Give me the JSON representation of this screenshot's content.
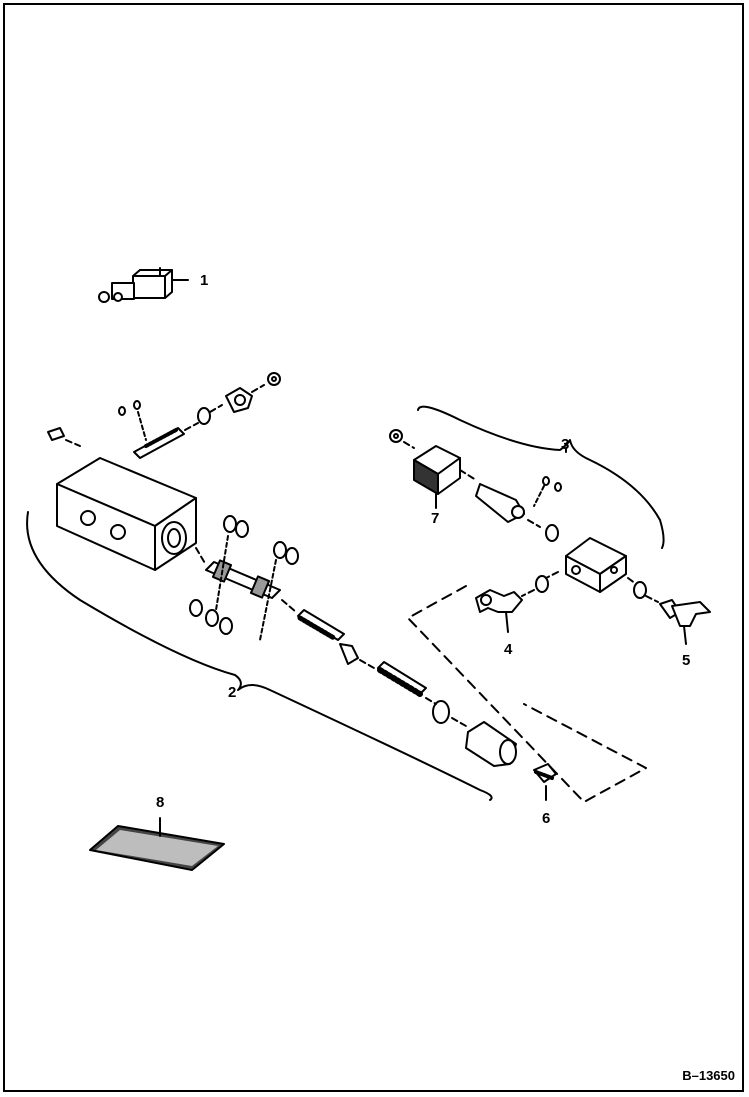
{
  "callouts": [
    {
      "id": "c1",
      "text": "1"
    },
    {
      "id": "c2",
      "text": "2"
    },
    {
      "id": "c3",
      "text": "3"
    },
    {
      "id": "c4",
      "text": "4"
    },
    {
      "id": "c5",
      "text": "5"
    },
    {
      "id": "c6",
      "text": "6"
    },
    {
      "id": "c7",
      "text": "7"
    },
    {
      "id": "c8",
      "text": "8"
    }
  ],
  "figure_number": "B–13650",
  "colors": {
    "ink": "#000000",
    "paper": "#ffffff",
    "shade": "#bdbdbd"
  }
}
